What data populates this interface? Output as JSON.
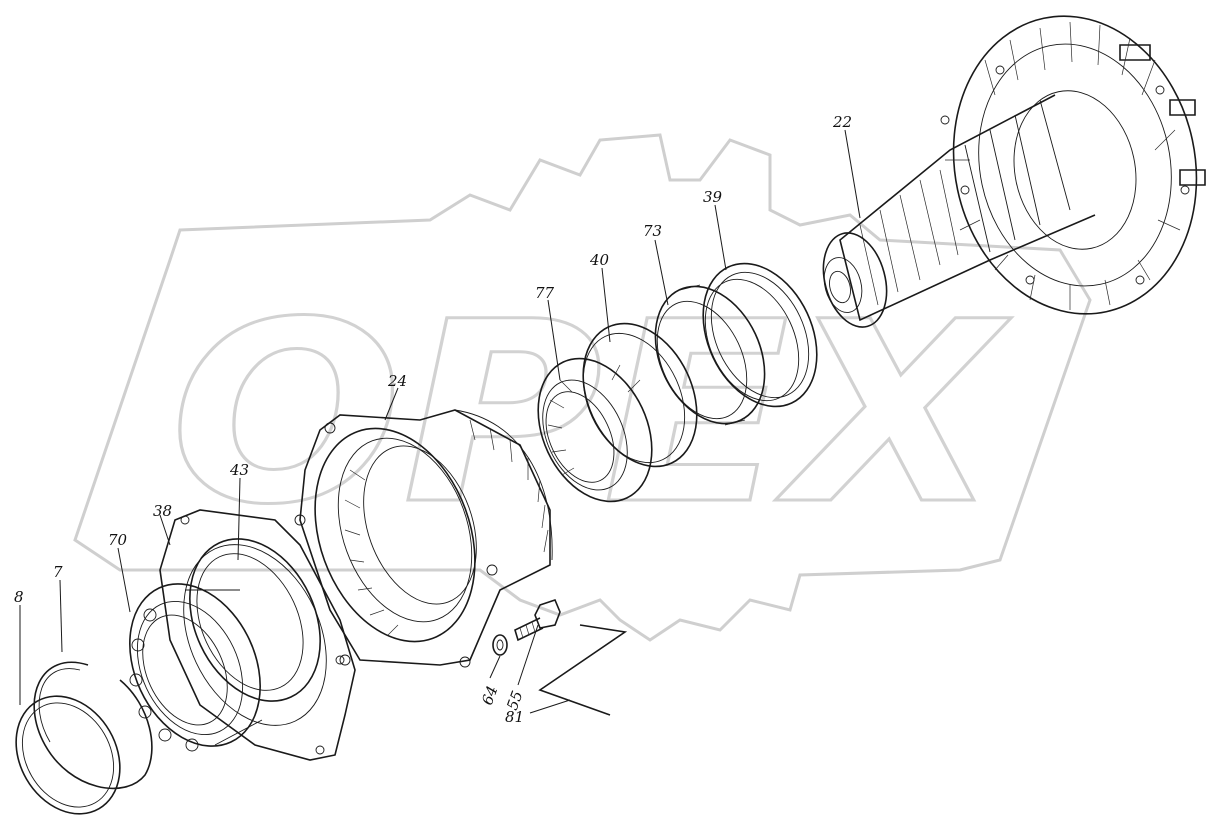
{
  "watermark": {
    "text": "ОРЕХ"
  },
  "callouts": [
    {
      "id": "8",
      "text": "8"
    },
    {
      "id": "7",
      "text": "7"
    },
    {
      "id": "70",
      "text": "70"
    },
    {
      "id": "38",
      "text": "38"
    },
    {
      "id": "43",
      "text": "43"
    },
    {
      "id": "24",
      "text": "24"
    },
    {
      "id": "77",
      "text": "77"
    },
    {
      "id": "40",
      "text": "40"
    },
    {
      "id": "73",
      "text": "73"
    },
    {
      "id": "39",
      "text": "39"
    },
    {
      "id": "22",
      "text": "22"
    },
    {
      "id": "64",
      "text": "64"
    },
    {
      "id": "55",
      "text": "55"
    },
    {
      "id": "81",
      "text": "81"
    }
  ]
}
